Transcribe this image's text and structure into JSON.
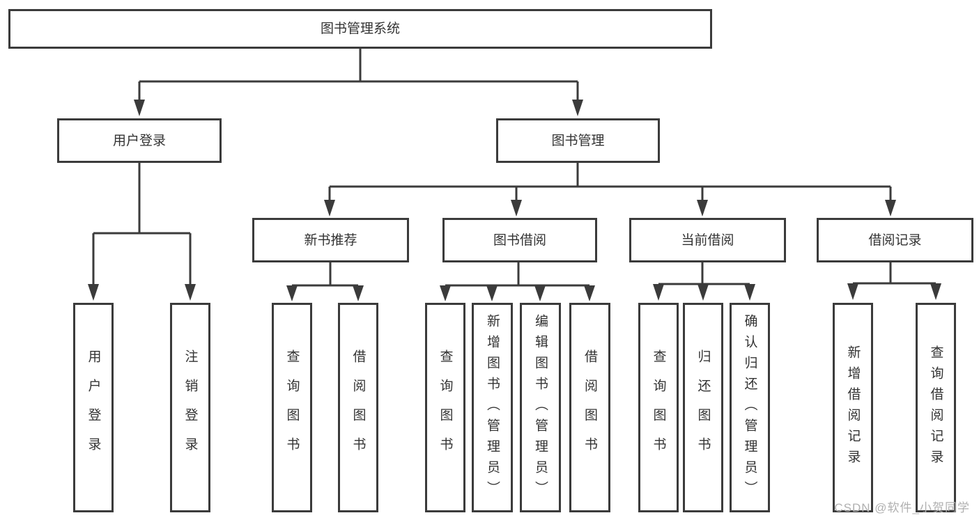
{
  "diagram": {
    "root": {
      "label": "图书管理系统"
    },
    "level2": [
      {
        "id": "user-login",
        "label": "用户登录"
      },
      {
        "id": "book-management",
        "label": "图书管理"
      }
    ],
    "level3": [
      {
        "id": "new-book-recommend",
        "label": "新书推荐",
        "parent": "图书管理"
      },
      {
        "id": "book-borrow",
        "label": "图书借阅",
        "parent": "图书管理"
      },
      {
        "id": "current-borrow",
        "label": "当前借阅",
        "parent": "图书管理"
      },
      {
        "id": "borrow-record",
        "label": "借阅记录",
        "parent": "图书管理"
      }
    ],
    "leaves": [
      {
        "id": "leaf-user-login",
        "label": "用户登录",
        "parent": "用户登录"
      },
      {
        "id": "leaf-logout",
        "label": "注销登录",
        "parent": "用户登录"
      },
      {
        "id": "leaf-query-book-1",
        "label": "查询图书",
        "parent": "新书推荐"
      },
      {
        "id": "leaf-borrow-book-1",
        "label": "借阅图书",
        "parent": "新书推荐"
      },
      {
        "id": "leaf-query-book-2",
        "label": "查询图书",
        "parent": "图书借阅"
      },
      {
        "id": "leaf-add-book",
        "label": "新增图书（管理员）",
        "parent": "图书借阅"
      },
      {
        "id": "leaf-edit-book",
        "label": "编辑图书（管理员）",
        "parent": "图书借阅"
      },
      {
        "id": "leaf-borrow-book-2",
        "label": "借阅图书",
        "parent": "图书借阅"
      },
      {
        "id": "leaf-query-book-3",
        "label": "查询图书",
        "parent": "当前借阅"
      },
      {
        "id": "leaf-return-book",
        "label": "归还图书",
        "parent": "当前借阅"
      },
      {
        "id": "leaf-confirm-return",
        "label": "确认归还（管理员）",
        "parent": "当前借阅"
      },
      {
        "id": "leaf-add-borrow-record",
        "label": "新增借阅记录",
        "parent": "借阅记录"
      },
      {
        "id": "leaf-query-borrow-record",
        "label": "查询借阅记录",
        "parent": "借阅记录"
      }
    ],
    "watermark": "CSDN @软件_小贺同学",
    "colors": {
      "line": "#3b3b3b",
      "text": "#333333",
      "watermark": "#b0b0b0",
      "background": "#ffffff"
    }
  }
}
